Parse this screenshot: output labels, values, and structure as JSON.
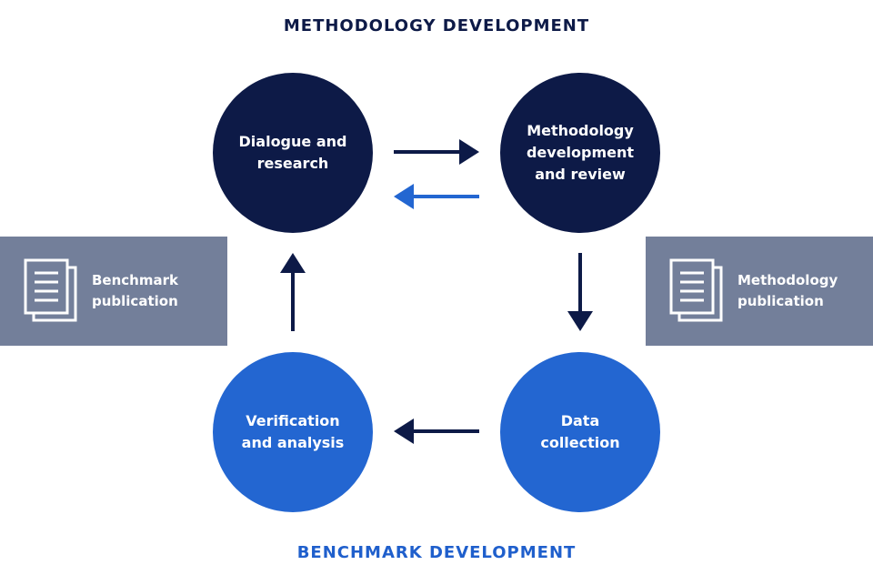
{
  "titles": {
    "top": "METHODOLOGY DEVELOPMENT",
    "bottom": "BENCHMARK DEVELOPMENT"
  },
  "nodes": {
    "dialogue": "Dialogue and\nresearch",
    "methodology": "Methodology\ndevelopment\nand review",
    "data": "Data\ncollection",
    "verification": "Verification\nand analysis"
  },
  "publications": {
    "benchmark": {
      "label": "Benchmark\npublication",
      "icon": "document-stack-icon"
    },
    "methodology": {
      "label": "Methodology\npublication",
      "icon": "document-stack-icon"
    }
  },
  "colors": {
    "navy": "#0d1a47",
    "blue": "#2366d1",
    "slate": "#737f9a"
  }
}
